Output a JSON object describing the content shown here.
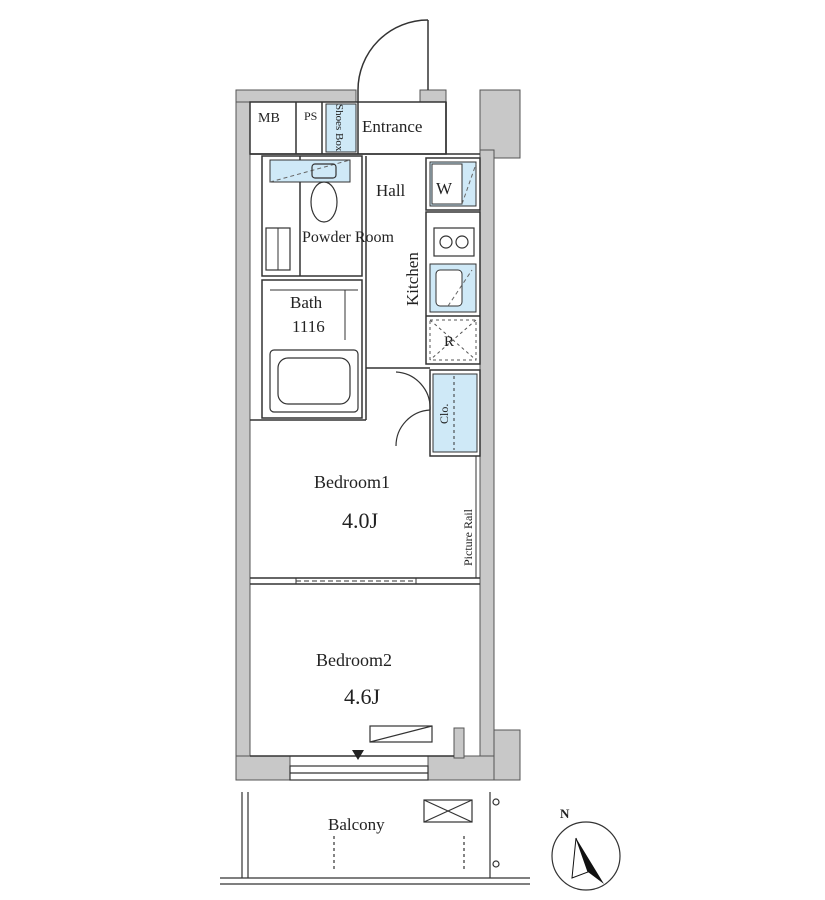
{
  "labels": {
    "mb": "MB",
    "ps": "PS",
    "shoes_box": "Shoes Box",
    "entrance": "Entrance",
    "hall": "Hall",
    "w": "W",
    "kitchen": "Kitchen",
    "r": "R",
    "clo": "Clo.",
    "powder_room": "Powder Room",
    "bath": "Bath",
    "bath_size": "1116",
    "bedroom1": "Bedroom1",
    "bedroom1_area": "4.0J",
    "picture_rail": "Picture Rail",
    "bedroom2": "Bedroom2",
    "bedroom2_area": "4.6J",
    "balcony": "Balcony",
    "north": "N"
  },
  "colors": {
    "wall": "#c8c8c8",
    "line": "#333333",
    "fixture_blue": "#cfe9f7"
  }
}
